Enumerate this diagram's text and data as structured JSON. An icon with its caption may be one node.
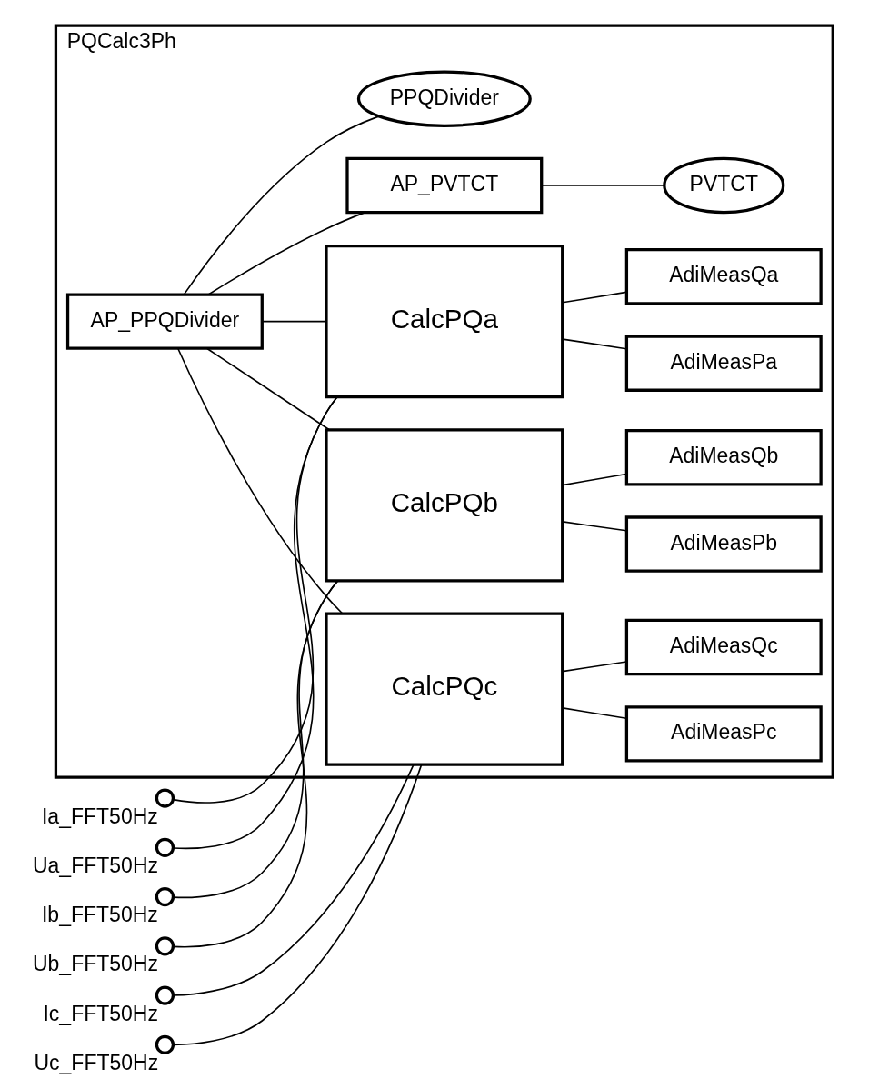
{
  "diagram": {
    "nodes": [
      {
        "text": [
          "PQCalc3Ph"
        ]
      },
      {
        "text": [
          "AP_PPQDivider"
        ],
        "in": 0
      },
      {
        "text": [
          "PPQDivider"
        ],
        "in": 0
      },
      {
        "text": [
          "AP_PVTCT"
        ],
        "in": 0
      },
      {
        "text": [
          "PVTCT"
        ],
        "in": 0
      },
      {
        "text": [
          "CalcPQa"
        ],
        "in": 0
      },
      {
        "text": [
          "AdiMeasPa"
        ],
        "in": 0
      },
      {
        "text": [
          "AdiMeasQa"
        ],
        "in": 0
      },
      {
        "text": [
          "CalcPQb"
        ],
        "in": 0
      },
      {
        "text": [
          "AdiMeasPb"
        ],
        "in": 0
      },
      {
        "text": [
          "AdiMeasQb"
        ],
        "in": 0
      },
      {
        "text": [
          "CalcPQc"
        ],
        "in": 0
      },
      {
        "text": [
          "AdiMeasPc"
        ],
        "in": 0
      },
      {
        "text": [
          "AdiMeasQc"
        ],
        "in": 0
      },
      {
        "text": [],
        "shape": "circle",
        "beside": [
          "Ia_FFT50Hz"
        ]
      },
      {
        "text": [],
        "shape": "circle",
        "beside": [
          "Ua_FFT50Hz"
        ]
      },
      {
        "text": [],
        "shape": "circle",
        "beside": [
          "Ib_FFT50Hz"
        ]
      },
      {
        "text": [],
        "shape": "circle",
        "beside": [
          "Ub_FFT50Hz"
        ]
      },
      {
        "text": [],
        "shape": "circle",
        "beside": [
          "Ic_FFT50Hz"
        ]
      },
      {
        "text": [],
        "shape": "circle",
        "beside": [
          "Uc_FFT50Hz"
        ]
      }
    ],
    "edges": [
      {
        "from": 1,
        "to": 2,
        "arrow": "none"
      },
      {
        "from": 3,
        "to": 4,
        "arrow": "none"
      },
      {
        "from": 1,
        "to": 3,
        "arrow": "none"
      },
      {
        "from": 1,
        "to": 5,
        "arrow": "none"
      },
      {
        "from": 1,
        "to": 8,
        "arrow": "none"
      },
      {
        "from": 1,
        "to": 11,
        "arrow": "none"
      },
      {
        "from": 14,
        "to": 5,
        "arrow": "none"
      },
      {
        "from": 15,
        "to": 5,
        "arrow": "none"
      },
      {
        "from": 5,
        "to": 6,
        "arrow": "none"
      },
      {
        "from": 5,
        "to": 7,
        "arrow": "none"
      },
      {
        "from": 16,
        "to": 8,
        "arrow": "none"
      },
      {
        "from": 17,
        "to": 8,
        "arrow": "none"
      },
      {
        "from": 8,
        "to": 9,
        "arrow": "none"
      },
      {
        "from": 8,
        "to": 10,
        "arrow": "none"
      },
      {
        "from": 18,
        "to": 11,
        "arrow": "none"
      },
      {
        "from": 19,
        "to": 11,
        "arrow": "none"
      },
      {
        "from": 11,
        "to": 12,
        "arrow": "none"
      },
      {
        "from": 11,
        "to": 13,
        "arrow": "none"
      }
    ]
  }
}
